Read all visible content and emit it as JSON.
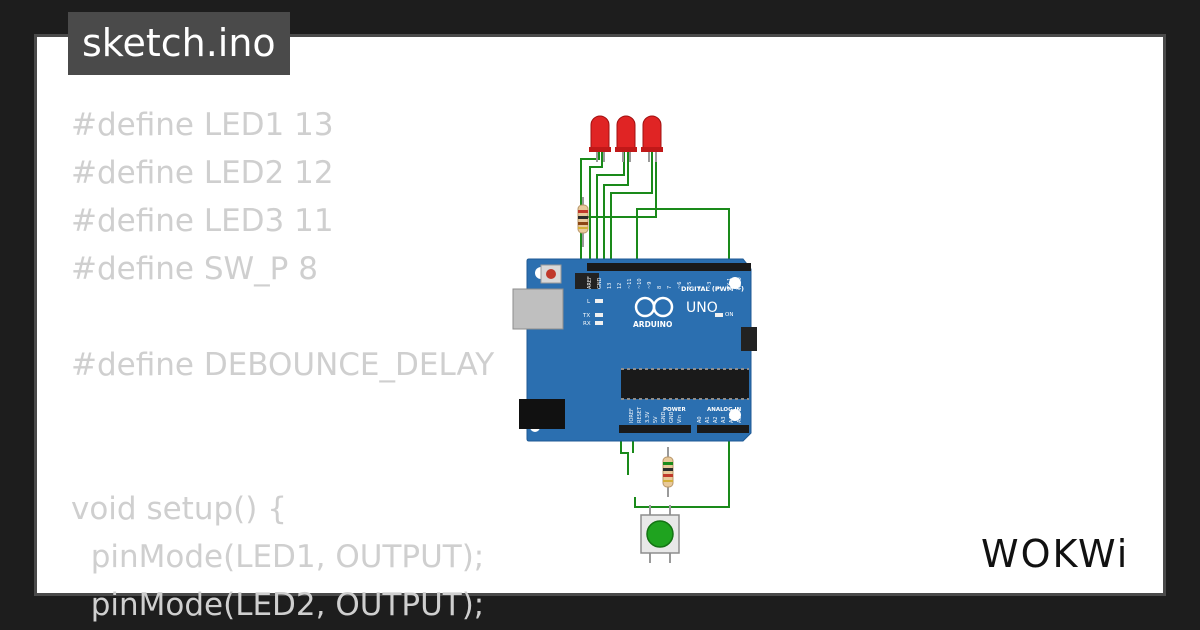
{
  "tab": {
    "filename": "sketch.ino"
  },
  "code_lines": [
    "#define LED1 13",
    "#define LED2 12",
    "#define LED3 11",
    "#define SW_P 8",
    "",
    "#define DEBOUNCE_DELAY",
    "",
    "",
    "void setup() {",
    "  pinMode(LED1, OUTPUT);",
    "  pinMode(LED2, OUTPUT);"
  ],
  "board": {
    "model": "UNO",
    "brand": "ARDUINO",
    "digital_label": "DIGITAL (PWM ~)",
    "power_label": "POWER",
    "analog_label": "ANALOG IN",
    "on_label": "ON",
    "l_label": "L",
    "tx_label": "TX",
    "rx_label": "RX",
    "top_pins": [
      "AREF",
      "GND",
      "13",
      "12",
      "~11",
      "~10",
      "~9",
      "8",
      "7",
      "~6",
      "~5",
      "4",
      "~3",
      "2",
      "TX 1",
      "RX 0"
    ],
    "power_pins": [
      "IOREF",
      "RESET",
      "3.3V",
      "5V",
      "GND",
      "GND",
      "Vin"
    ],
    "analog_pins": [
      "A0",
      "A1",
      "A2",
      "A3",
      "A4",
      "A5"
    ]
  },
  "brand": {
    "logo_text": "WOKWi"
  },
  "colors": {
    "background": "#1d1d1d",
    "card": "#ffffff",
    "tab": "#4a4a4a",
    "code": "#cfcfcf",
    "board": "#2b6fb0",
    "wire": "#1a8a1a",
    "led": "#e02424",
    "button": "#1fa31f"
  }
}
